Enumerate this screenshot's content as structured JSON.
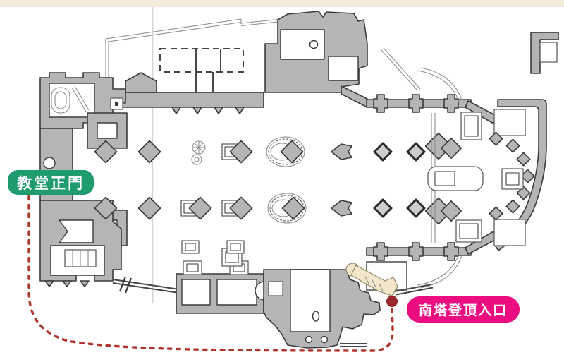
{
  "figure": {
    "type": "cathedral-floor-plan"
  },
  "labels": {
    "main_entrance": "教堂正門",
    "tower_entrance": "南塔登頂入口"
  },
  "icons": {
    "route_marker": "red-dot-marker",
    "route_style": "dashed-walking-route"
  },
  "theme": {
    "bg": "#ffffff",
    "top_strip": "#f4ecdb",
    "wall_fill": "#b5b5b5",
    "wall_stroke": "#3b3b3b",
    "furn_stroke": "#5f5f5f",
    "thin_line": "#8d8d8d",
    "light_line": "#d2d2d2",
    "highlight_fill": "#f4e6cb",
    "highlight_stroke": "#95896c",
    "route_color": "#b0362b",
    "marker_color": "#9c272c",
    "entrance_bg": "#1e9c6d",
    "tower_bg": "#ec0e80",
    "label_fg": "#ffffff"
  }
}
